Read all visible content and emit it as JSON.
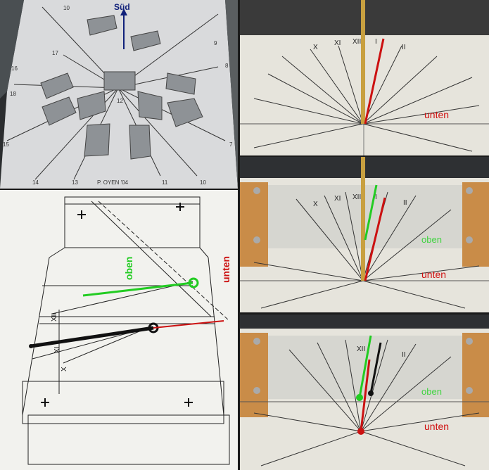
{
  "photo_top_left": {
    "direction_label": "Süd",
    "signature": "P. OYEN '04",
    "hour_numbers": [
      "18",
      "17",
      "16",
      "15",
      "14",
      "13",
      "12",
      "11",
      "10"
    ],
    "small_numbers": [
      "10",
      "9",
      "8",
      "7"
    ]
  },
  "drawing": {
    "oben_label": "oben",
    "unten_label": "unten",
    "roman_labels": [
      "XII",
      "XI",
      "X"
    ]
  },
  "photo_dial_1": {
    "roman_labels": [
      "X",
      "XI",
      "XII",
      "I",
      "II"
    ],
    "unten_label": "unten"
  },
  "photo_dial_2": {
    "roman_labels": [
      "X",
      "XI",
      "XII",
      "I",
      "II"
    ],
    "oben_label": "oben",
    "unten_label": "unten"
  },
  "photo_dial_3": {
    "roman_labels": [
      "XII",
      "II"
    ],
    "oben_label": "oben",
    "unten_label": "unten"
  },
  "colors": {
    "red": "#cc1111",
    "green": "#22cc22",
    "black": "#111111",
    "navy": "#10207a",
    "oben_green": "#3fd43f",
    "unten_red": "#d01010"
  }
}
